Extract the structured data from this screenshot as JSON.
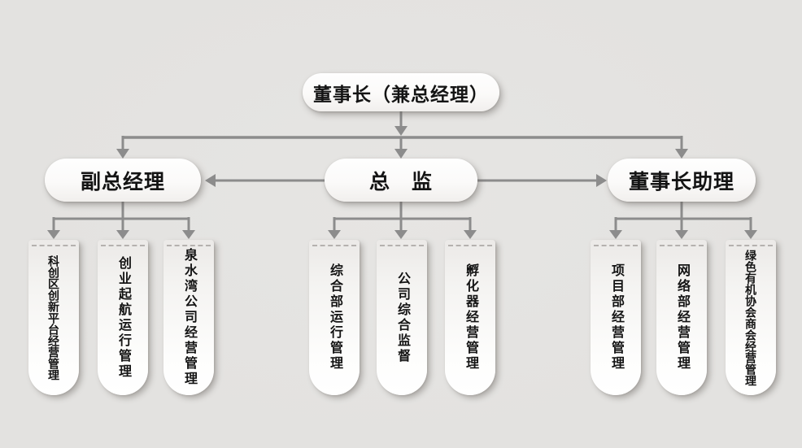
{
  "colors": {
    "bg": "#e3e2e0",
    "line": "#8c8c8c",
    "text": "#141414",
    "perforation": "#b5b1ae"
  },
  "org": {
    "root": {
      "label": "董事长（兼总经理）"
    },
    "level2": [
      {
        "label": "副总经理",
        "children": [
          "科创区创新平台经营管理",
          "创业起航运行管理",
          "泉水湾公司经营管理"
        ]
      },
      {
        "label": "总　监",
        "children": [
          "综合部运行管理",
          "公司综合监督",
          "孵化器经营管理"
        ]
      },
      {
        "label": "董事长助理",
        "children": [
          "项目部经营管理",
          "网络部经营管理",
          "绿色有机协会商会经营管理"
        ]
      }
    ]
  }
}
